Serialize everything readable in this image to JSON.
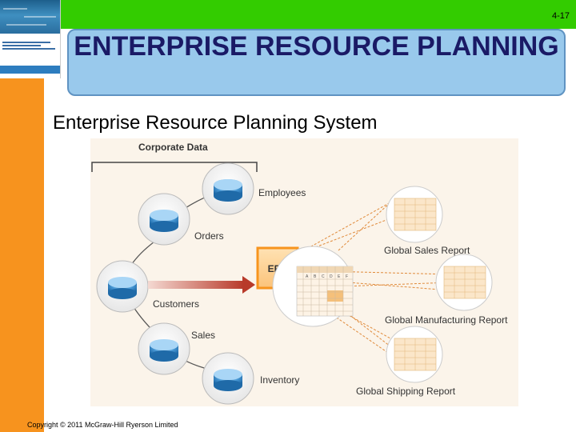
{
  "slide": {
    "number": "4-17",
    "title": "ENTERPRISE RESOURCE PLANNING",
    "subtitle": "Enterprise Resource Planning System",
    "copyright": "Copyright © 2011 McGraw-Hill Ryerson Limited"
  },
  "diagram": {
    "header": "Corporate Data",
    "center": "ERP",
    "sheet_columns": [
      "A",
      "B",
      "C",
      "D",
      "E",
      "F"
    ],
    "data_sources": [
      "Employees",
      "Orders",
      "Customers",
      "Sales",
      "Inventory"
    ],
    "reports": [
      "Global Sales Report",
      "Global Manufacturing Report",
      "Global Shipping Report"
    ]
  },
  "colors": {
    "top_band": "#33cc00",
    "side_band": "#f7931e",
    "title_box": "#99c9ec",
    "title_text": "#1a1a66",
    "erp_orange": "#f7941d",
    "arrow_red": "#b83a2a",
    "disk_blue": "#3d8fd0"
  }
}
